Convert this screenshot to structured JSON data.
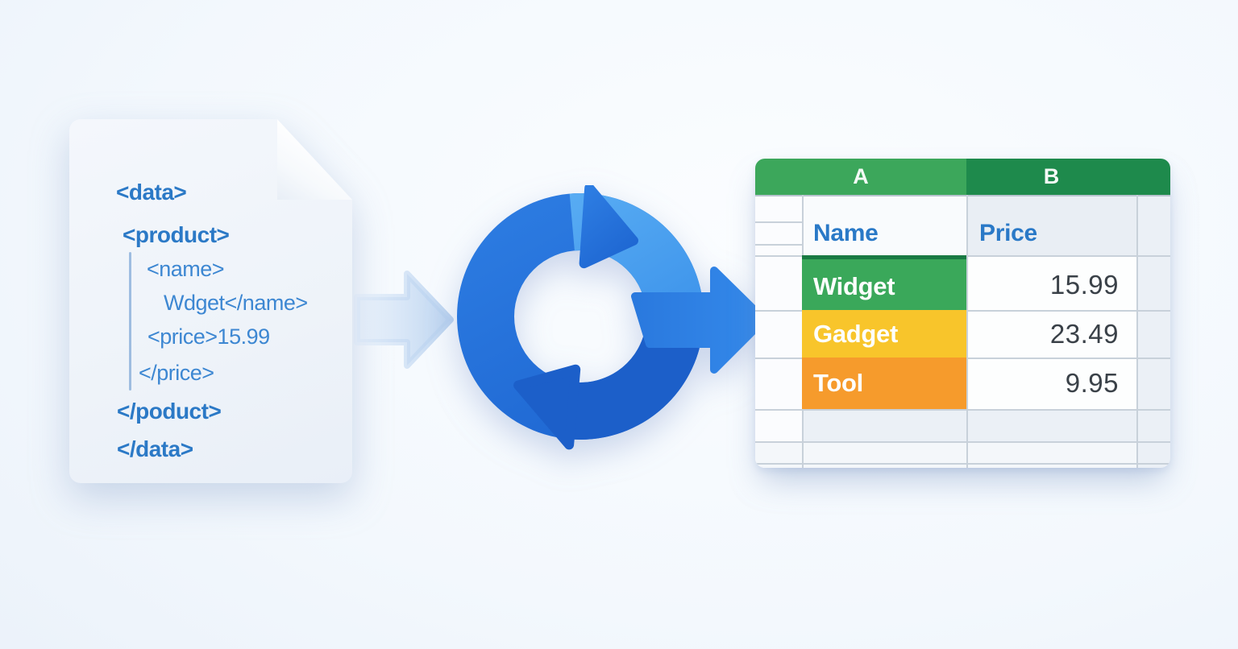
{
  "scene": {
    "description": "XML to spreadsheet conversion illustration"
  },
  "xml_document": {
    "lines": [
      {
        "text": "<data>"
      },
      {
        "text": "<product>"
      },
      {
        "text": "<name>"
      },
      {
        "text": "Wdget</name>"
      },
      {
        "text": "<price>15.99"
      },
      {
        "text": "</price>"
      },
      {
        "text": "</poduct>"
      },
      {
        "text": "</data>"
      }
    ]
  },
  "flow": {
    "input_arrow_icon": "pale-right-arrow",
    "convert_icon": "circular-refresh-arrows-with-exit-arrow"
  },
  "spreadsheet": {
    "column_headers": [
      {
        "label": "A"
      },
      {
        "label": "B"
      }
    ],
    "field_headers": {
      "name": "Name",
      "price": "Price"
    },
    "rows": [
      {
        "name": "Widget",
        "price": "15.99",
        "color": "#3aa85a"
      },
      {
        "name": "Gadget",
        "price": "23.49",
        "color": "#f8c52b"
      },
      {
        "name": "Tool",
        "price": "9.95",
        "color": "#f69b2c"
      }
    ]
  },
  "colors": {
    "accent_blue": "#2c7de2",
    "light_blue": "#4da4f0",
    "pale_arrow_blue": "#bcd4f0",
    "header_green_a": "#3ca75b",
    "header_green_b": "#1e8a4c",
    "selection_green_border": "#1a7a43",
    "label_blue": "#2a79c7",
    "value_gray": "#3a4148",
    "code_blue_outer": "#2b79c6",
    "code_blue_inner": "#3d87d2"
  }
}
